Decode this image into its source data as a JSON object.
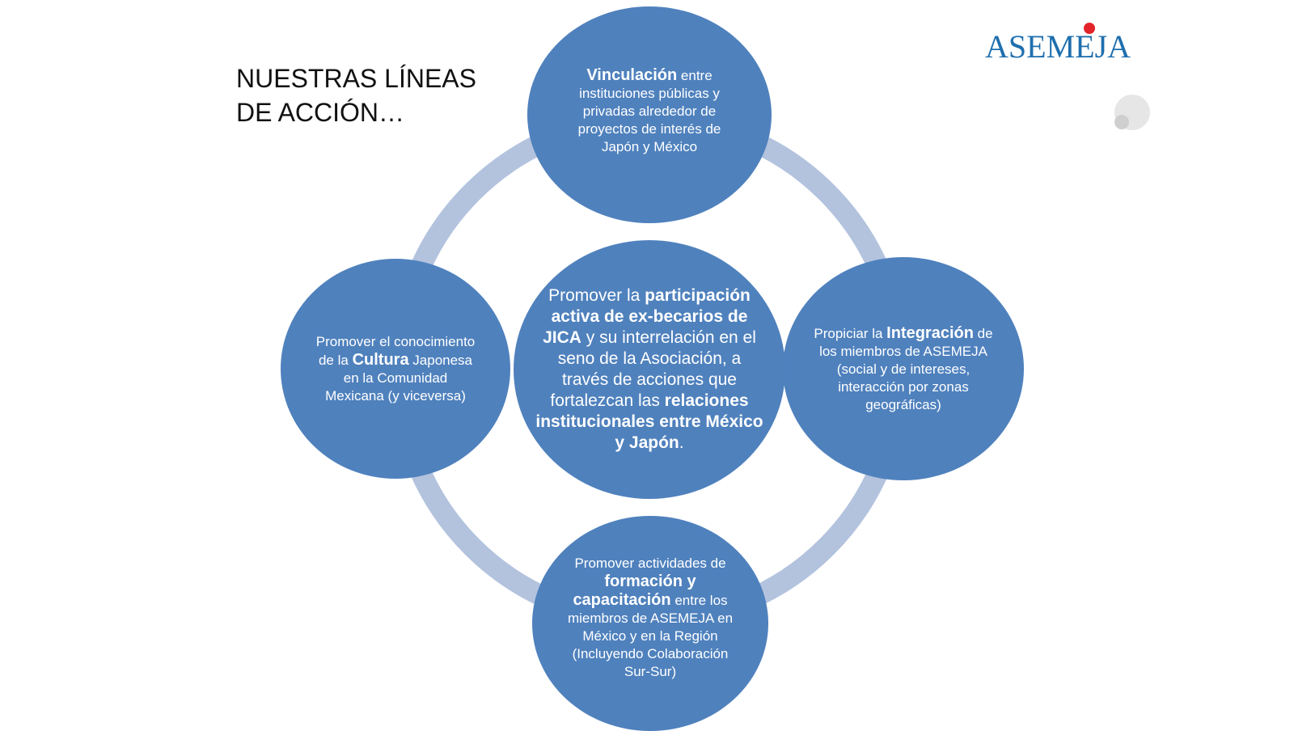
{
  "title": "NUESTRAS LÍNEAS DE ACCIÓN…",
  "logo": {
    "text": "ASEMEJA",
    "color": "#1f6fae",
    "accent": "#e3232a"
  },
  "colors": {
    "circle": "#4f81bd",
    "ring": "#b3c3de"
  },
  "nodes": {
    "center": {
      "parts": [
        {
          "t": "Promover la "
        },
        {
          "t": "participación activa de ex-becarios de JICA",
          "b": true
        },
        {
          "t": " y su interrelación en el seno de la Asociación, a través de acciones que fortalezcan las "
        },
        {
          "t": "relaciones institucionales entre México y Japón",
          "b": true
        },
        {
          "t": "."
        }
      ]
    },
    "top": {
      "parts": [
        {
          "t": "Vinculación",
          "b": true
        },
        {
          "t": " entre instituciones públicas y privadas alrededor de proyectos de interés de Japón y México"
        }
      ]
    },
    "right": {
      "parts": [
        {
          "t": "Propiciar la "
        },
        {
          "t": "Integración",
          "b": true
        },
        {
          "t": " de los miembros de ASEMEJA (social y de intereses, interacción por zonas geográficas)"
        }
      ]
    },
    "bottom": {
      "parts": [
        {
          "t": "Promover actividades de "
        },
        {
          "t": "formación y capacitación",
          "b": true
        },
        {
          "t": " entre los miembros de ASEMEJA en México y en la Región (Incluyendo Colaboración Sur-Sur)"
        }
      ]
    },
    "left": {
      "parts": [
        {
          "t": "Promover el conocimiento de la "
        },
        {
          "t": "Cultura",
          "b": true
        },
        {
          "t": " Japonesa en la Comunidad Mexicana (y viceversa)"
        }
      ]
    }
  }
}
